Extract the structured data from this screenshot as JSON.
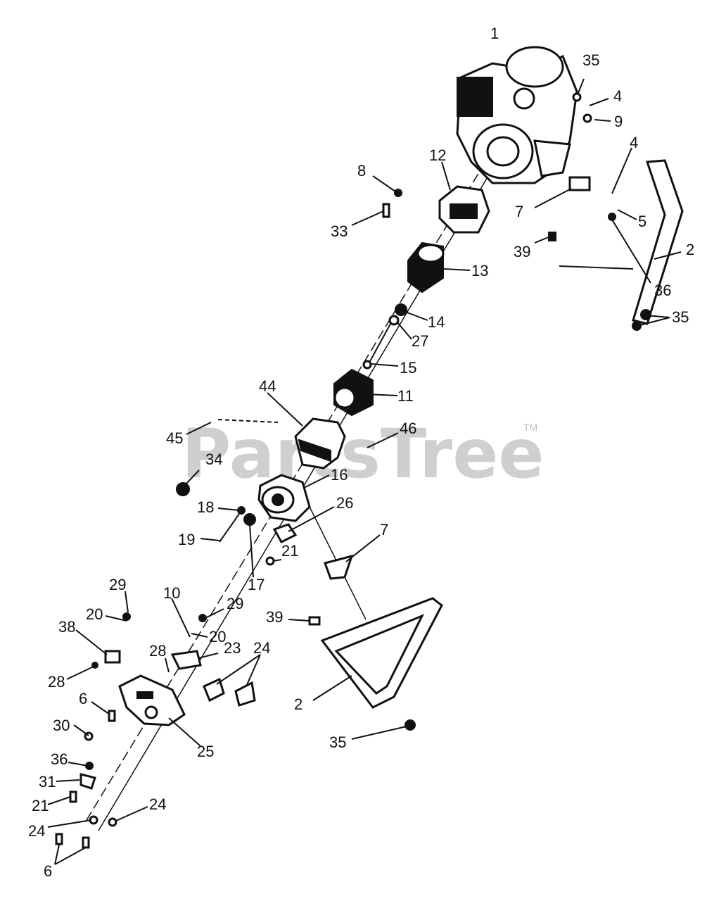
{
  "watermark": {
    "text": "PartsTree",
    "tm": "TM"
  },
  "callouts": [
    {
      "id": "c1",
      "label": "1"
    },
    {
      "id": "c35a",
      "label": "35"
    },
    {
      "id": "c4a",
      "label": "4"
    },
    {
      "id": "c9",
      "label": "9"
    },
    {
      "id": "c4b",
      "label": "4"
    },
    {
      "id": "c8",
      "label": "8"
    },
    {
      "id": "c12",
      "label": "12"
    },
    {
      "id": "c33",
      "label": "33"
    },
    {
      "id": "c7a",
      "label": "7"
    },
    {
      "id": "c5",
      "label": "5"
    },
    {
      "id": "c39a",
      "label": "39"
    },
    {
      "id": "c2a",
      "label": "2"
    },
    {
      "id": "c13",
      "label": "13"
    },
    {
      "id": "c36a",
      "label": "36"
    },
    {
      "id": "c35b",
      "label": "35"
    },
    {
      "id": "c14",
      "label": "14"
    },
    {
      "id": "c27",
      "label": "27"
    },
    {
      "id": "c15",
      "label": "15"
    },
    {
      "id": "c11",
      "label": "11"
    },
    {
      "id": "c44",
      "label": "44"
    },
    {
      "id": "c45",
      "label": "45"
    },
    {
      "id": "c46",
      "label": "46"
    },
    {
      "id": "c34",
      "label": "34"
    },
    {
      "id": "c16",
      "label": "16"
    },
    {
      "id": "c18",
      "label": "18"
    },
    {
      "id": "c26",
      "label": "26"
    },
    {
      "id": "c19",
      "label": "19"
    },
    {
      "id": "c7b",
      "label": "7"
    },
    {
      "id": "c17",
      "label": "17"
    },
    {
      "id": "c21a",
      "label": "21"
    },
    {
      "id": "c29a",
      "label": "29"
    },
    {
      "id": "c10",
      "label": "10"
    },
    {
      "id": "c20a",
      "label": "20"
    },
    {
      "id": "c29b",
      "label": "29"
    },
    {
      "id": "c39b",
      "label": "39"
    },
    {
      "id": "c38",
      "label": "38"
    },
    {
      "id": "c20b",
      "label": "20"
    },
    {
      "id": "c28a",
      "label": "28"
    },
    {
      "id": "c23",
      "label": "23"
    },
    {
      "id": "c24a",
      "label": "24"
    },
    {
      "id": "c28b",
      "label": "28"
    },
    {
      "id": "c6a",
      "label": "6"
    },
    {
      "id": "c2b",
      "label": "2"
    },
    {
      "id": "c30",
      "label": "30"
    },
    {
      "id": "c25",
      "label": "25"
    },
    {
      "id": "c35c",
      "label": "35"
    },
    {
      "id": "c36b",
      "label": "36"
    },
    {
      "id": "c31",
      "label": "31"
    },
    {
      "id": "c21b",
      "label": "21"
    },
    {
      "id": "c24b",
      "label": "24"
    },
    {
      "id": "c24c",
      "label": "24"
    },
    {
      "id": "c6b",
      "label": "6"
    }
  ]
}
